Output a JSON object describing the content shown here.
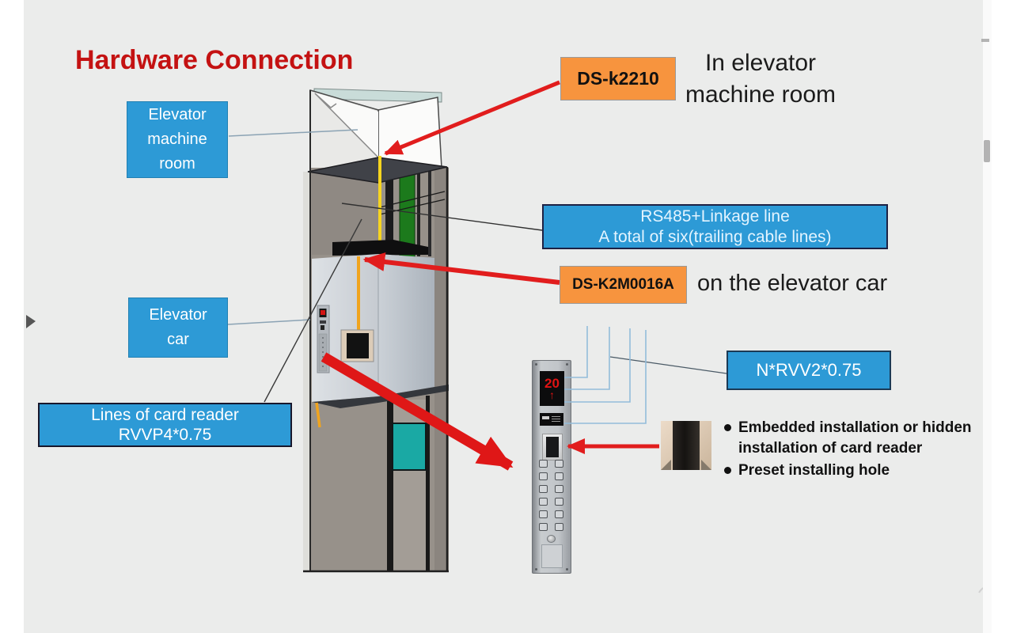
{
  "slide": {
    "title": "Hardware Connection"
  },
  "boxes": {
    "machine_room": {
      "label": "Elevator machine room"
    },
    "elevator_car": {
      "label": "Elevator car"
    },
    "card_reader_lines": {
      "line1": "Lines of card reader",
      "line2": "RVVP4*0.75"
    },
    "rs485": {
      "line1": "RS485+Linkage line",
      "line2": "A total of six(trailing cable lines)"
    },
    "nrvv": {
      "label": "N*RVV2*0.75"
    },
    "ds_k2210": {
      "label": "DS-k2210"
    },
    "ds_k2m0016a": {
      "label": "DS-K2M0016A"
    }
  },
  "captions": {
    "machine_room_location": "In elevator machine room",
    "car_location": "on the elevator car"
  },
  "notes": {
    "bullet1": "Embedded installation or hidden installation of card reader",
    "bullet2": "Preset installing hole"
  },
  "cop_panel": {
    "floor_display": "20",
    "direction_arrow": "↑"
  },
  "colors": {
    "label_blue": "#2d9ad6",
    "highlight_orange": "#f7943e",
    "title_red": "#c41212",
    "arrow_red": "#e11d1d",
    "cable_yellow": "#f6d41f",
    "cable_orange": "#f0a41e",
    "duct_green": "#1c7a1c",
    "shaft_teal_panel": "#1aa9a4",
    "slide_background": "#ebeceb"
  }
}
